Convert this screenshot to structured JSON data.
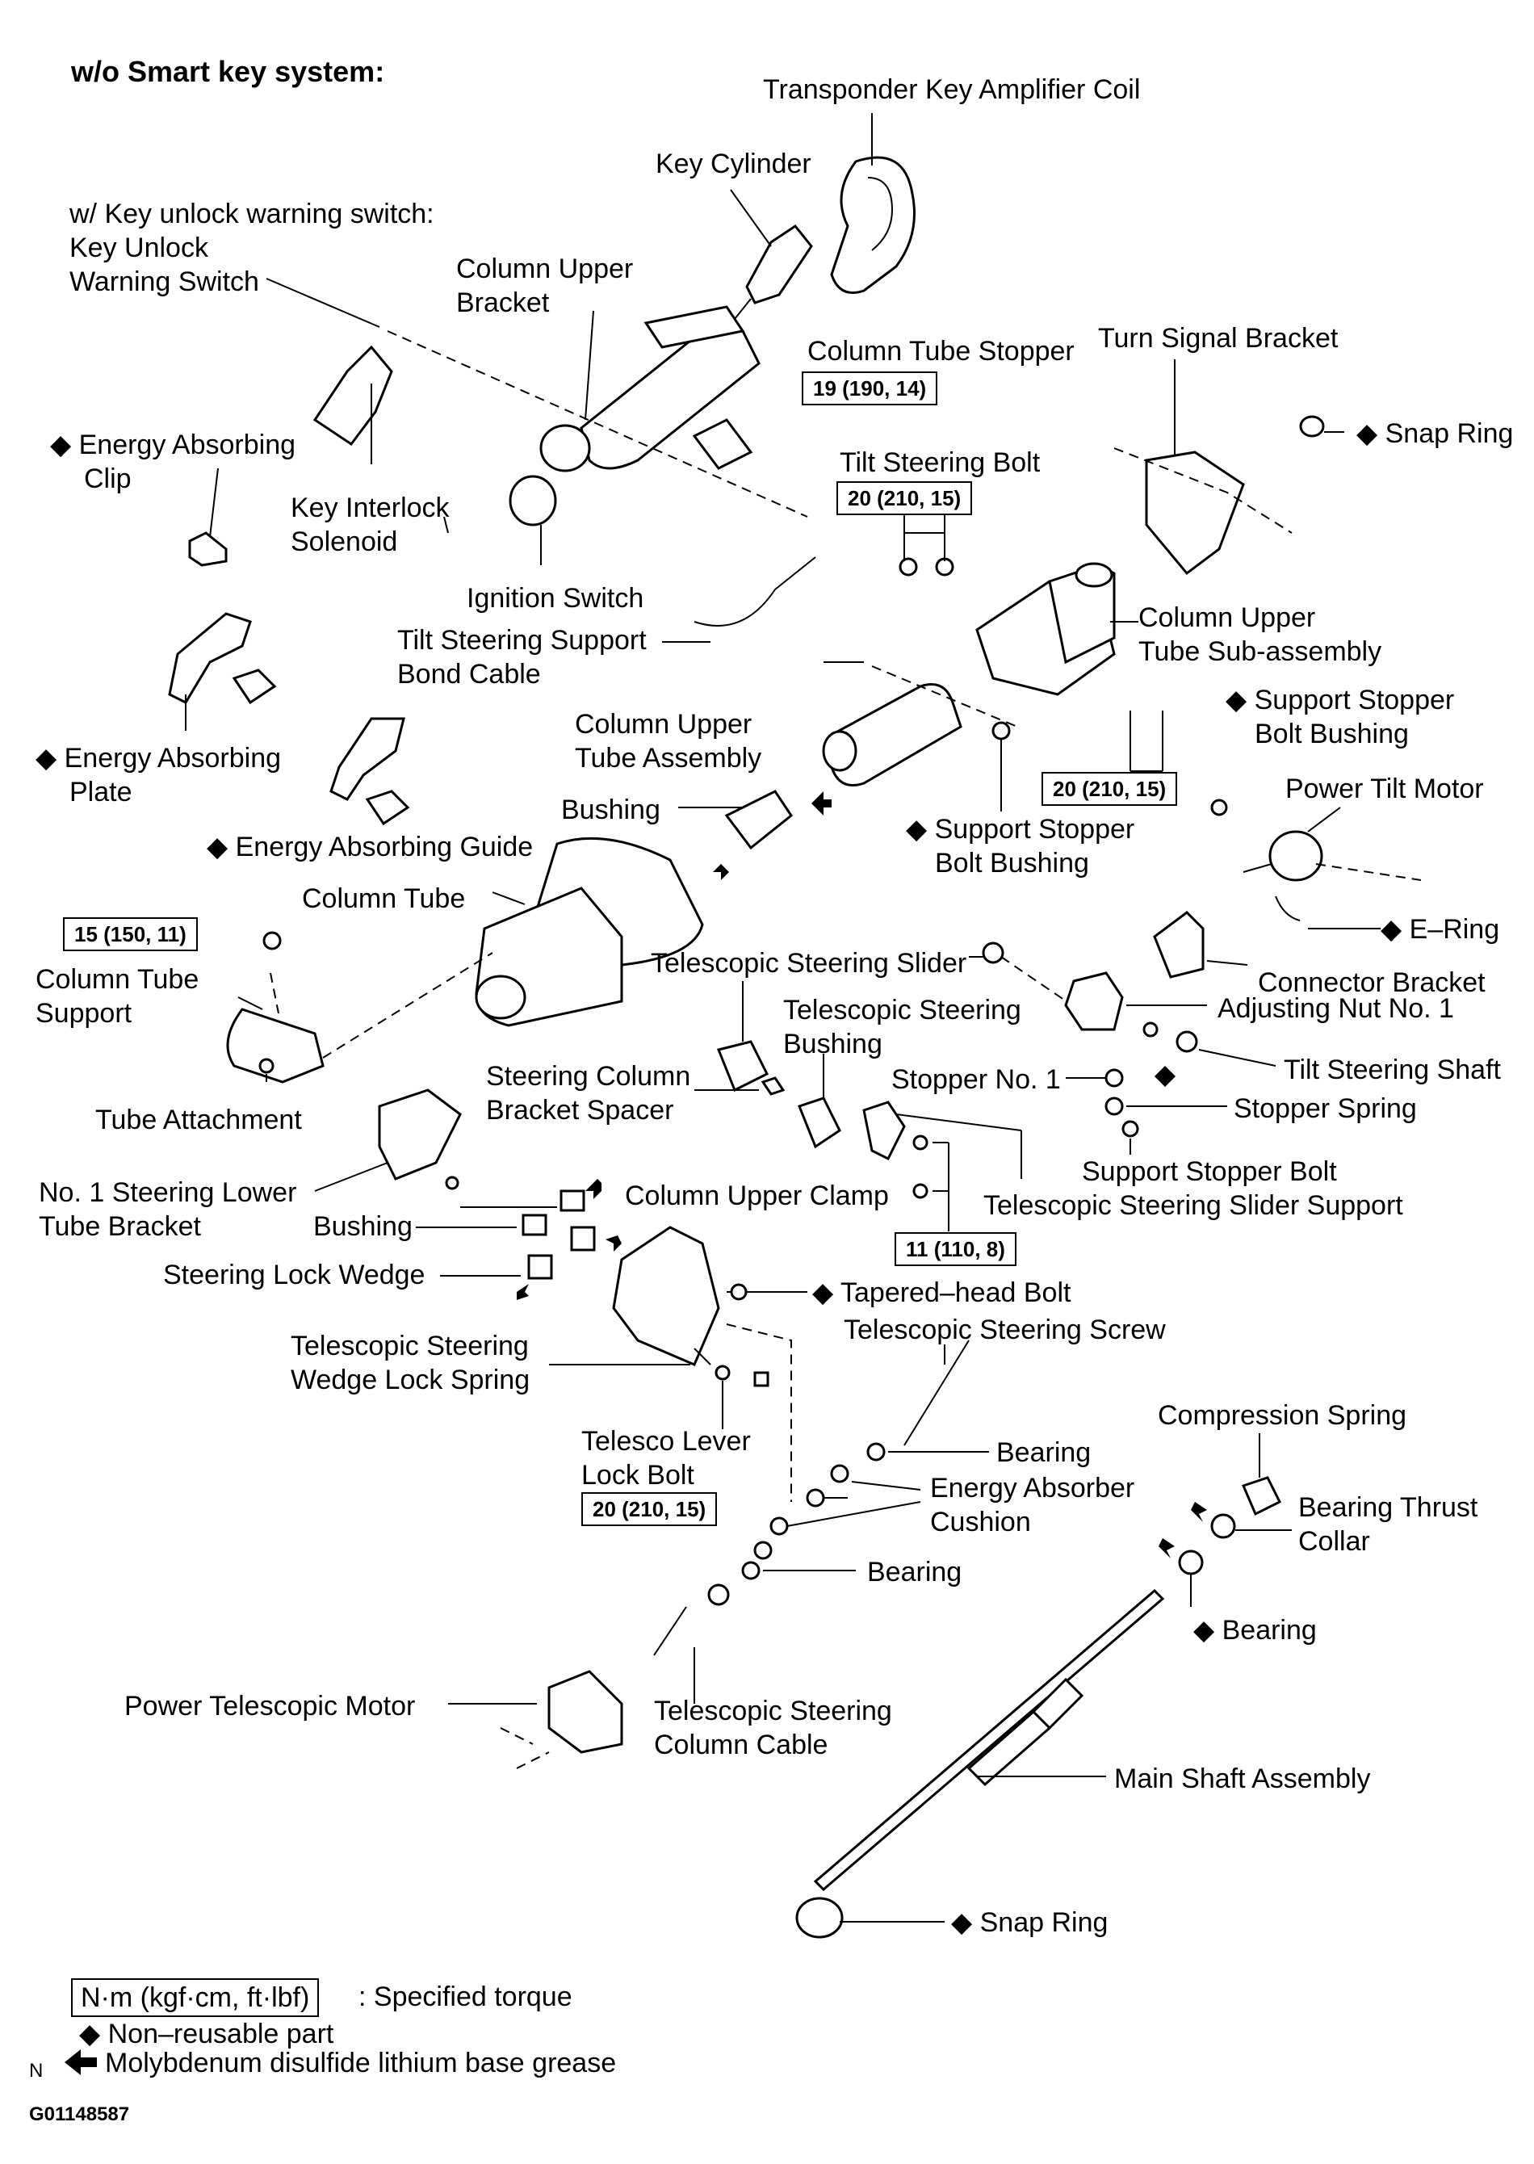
{
  "title": "w/o Smart key system:",
  "diamond": "◆",
  "labels": {
    "transponder_coil": "Transponder Key Amplifier Coil",
    "key_cylinder": "Key Cylinder",
    "key_unlock_line1": "w/ Key unlock warning switch:",
    "key_unlock_line2": "Key Unlock",
    "key_unlock_line3": "Warning Switch",
    "column_upper_bracket_1": "Column Upper",
    "column_upper_bracket_2": "Bracket",
    "column_tube_stopper": "Column Tube Stopper",
    "turn_signal_bracket": "Turn Signal Bracket",
    "snap_ring_top": "Snap Ring",
    "energy_absorbing_clip_1": "Energy Absorbing",
    "energy_absorbing_clip_2": "Clip",
    "key_interlock_1": "Key Interlock",
    "key_interlock_2": "Solenoid",
    "tilt_steering_bolt": "Tilt Steering Bolt",
    "ignition_switch": "Ignition Switch",
    "tilt_support_bond_1": "Tilt Steering Support",
    "tilt_support_bond_2": "Bond Cable",
    "column_upper_tube_sub_1": "Column Upper",
    "column_upper_tube_sub_2": "Tube Sub-assembly",
    "support_stopper_bushing_r_1": "Support Stopper",
    "support_stopper_bushing_r_2": "Bolt Bushing",
    "energy_absorbing_plate_1": "Energy Absorbing",
    "energy_absorbing_plate_2": "Plate",
    "column_upper_tube_assy_1": "Column Upper",
    "column_upper_tube_assy_2": "Tube Assembly",
    "power_tilt_motor": "Power Tilt Motor",
    "bushing_top": "Bushing",
    "support_stopper_bushing_c_1": "Support Stopper",
    "support_stopper_bushing_c_2": "Bolt Bushing",
    "energy_absorbing_guide": "Energy Absorbing Guide",
    "column_tube": "Column Tube",
    "e_ring": "E–Ring",
    "column_tube_support_1": "Column Tube",
    "column_tube_support_2": "Support",
    "telescopic_slider": "Telescopic Steering Slider",
    "connector_bracket": "Connector Bracket",
    "telescopic_bushing_1": "Telescopic Steering",
    "telescopic_bushing_2": "Bushing",
    "adjusting_nut": "Adjusting Nut No. 1",
    "tilt_steering_shaft": "Tilt Steering Shaft",
    "steering_column_spacer_1": "Steering Column",
    "steering_column_spacer_2": "Bracket Spacer",
    "stopper_no1": "Stopper No. 1",
    "stopper_spring": "Stopper Spring",
    "tube_attachment": "Tube Attachment",
    "support_stopper_bolt": "Support Stopper Bolt",
    "slider_support": "Telescopic Steering Slider Support",
    "lower_tube_bracket_1": "No. 1 Steering Lower",
    "lower_tube_bracket_2": "Tube Bracket",
    "column_upper_clamp": "Column Upper Clamp",
    "bushing_lower": "Bushing",
    "steering_lock_wedge": "Steering Lock Wedge",
    "tapered_head_bolt": "Tapered–head Bolt",
    "telescopic_screw": "Telescopic Steering Screw",
    "wedge_lock_spring_1": "Telescopic Steering",
    "wedge_lock_spring_2": "Wedge Lock Spring",
    "compression_spring": "Compression Spring",
    "bearing_1": "Bearing",
    "telesco_lever_1": "Telesco Lever",
    "telesco_lever_2": "Lock Bolt",
    "energy_absorber_1": "Energy Absorber",
    "energy_absorber_2": "Cushion",
    "bearing_thrust_1": "Bearing Thrust",
    "bearing_thrust_2": "Collar",
    "bearing_2": "Bearing",
    "bearing_3": "Bearing",
    "power_telescopic_motor": "Power Telescopic Motor",
    "telescopic_cable_1": "Telescopic Steering",
    "telescopic_cable_2": "Column Cable",
    "main_shaft": "Main Shaft Assembly",
    "snap_ring_bottom": "Snap Ring"
  },
  "torques": {
    "t_column_tube_stopper": "19 (190, 14)",
    "t_tilt_steering_bolt": "20 (210, 15)",
    "t_column_upper_tube": "20 (210, 15)",
    "t_column_tube_support": "15 (150, 11)",
    "t_slider_support": "11 (110, 8)",
    "t_telesco_lever": "20 (210, 15)"
  },
  "legend": {
    "torque_box": "N·m (kgf·cm, ft·lbf)",
    "torque_text": ": Specified torque",
    "nonreusable": "Non–reusable part",
    "grease": "Molybdenum disulfide lithium base grease",
    "n_mark": "N",
    "figure_id": "G01148587"
  }
}
